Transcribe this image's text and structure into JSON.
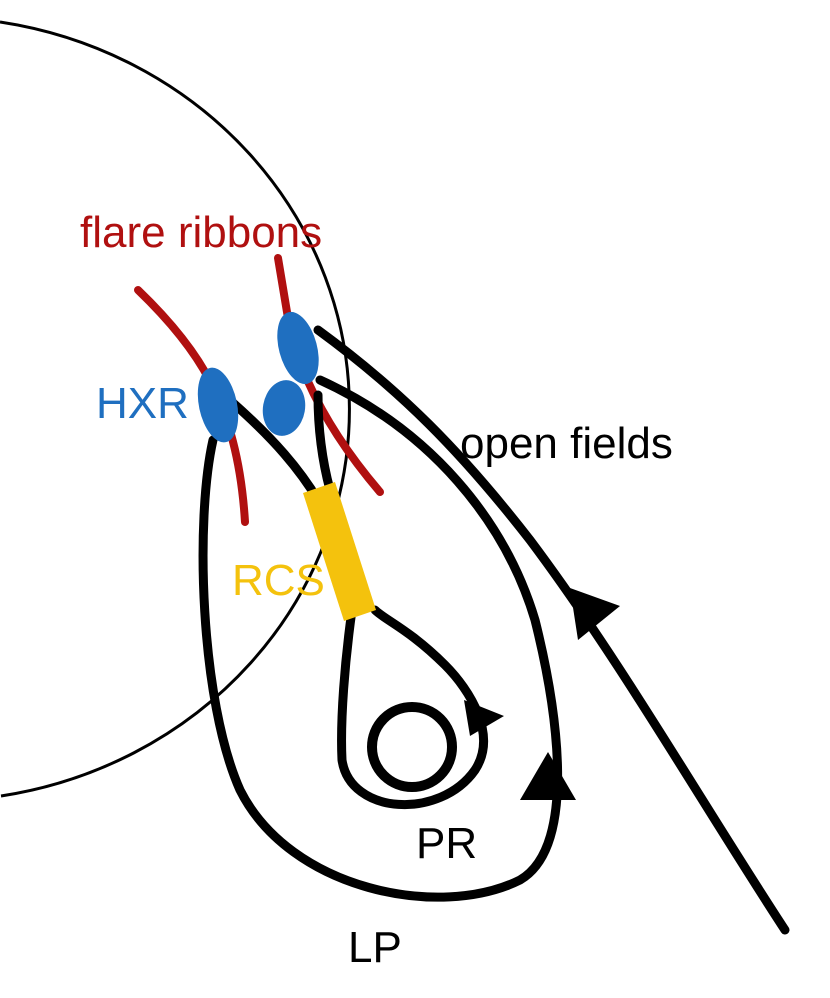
{
  "labels": {
    "flare_ribbons": "flare ribbons",
    "hxr": "HXR",
    "open_fields": "open fields",
    "rcs": "RCS",
    "pr": "PR",
    "lp": "LP"
  },
  "colors": {
    "ribbon": "#b01010",
    "hxr": "#1f6fc0",
    "rcs": "#f4c20d",
    "line": "#000000"
  }
}
